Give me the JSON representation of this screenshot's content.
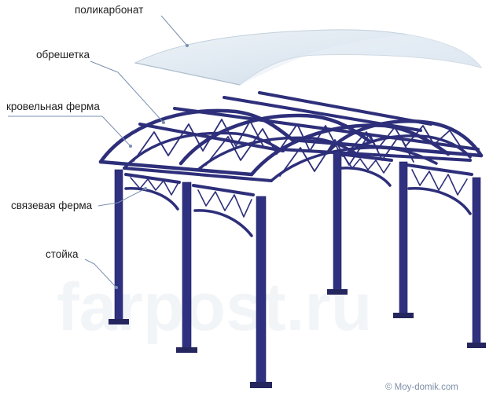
{
  "labels": {
    "polycarbonate": "поликарбонат",
    "lathing": "обрешетка",
    "roof_truss": "кровельная ферма",
    "tie_truss": "связевая ферма",
    "post": "стойка"
  },
  "watermark": {
    "background_text": "farpost.ru",
    "credit_text": "© Moy-domik.com"
  },
  "colors": {
    "steel": "#2e2f7a",
    "sheet": "#dfe8f0",
    "leader": "#7a8fb0",
    "text": "#1e1e1e"
  }
}
